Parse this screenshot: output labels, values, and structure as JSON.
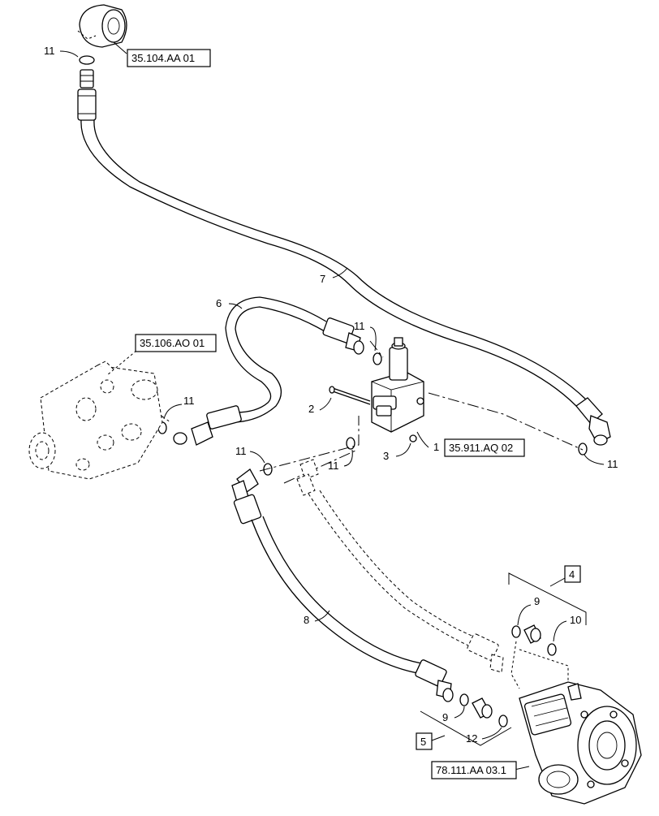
{
  "callouts": {
    "c1": "1",
    "c2": "2",
    "c3": "3",
    "c4": "4",
    "c5": "5",
    "c6": "6",
    "c7": "7",
    "c8": "8",
    "c9a": "9",
    "c9b": "9",
    "c10": "10",
    "c11a": "11",
    "c11b": "11",
    "c11c": "11",
    "c11d": "11",
    "c11e": "11",
    "c11f": "11",
    "c12": "12"
  },
  "references": {
    "r1": "35.104.AA 01",
    "r2": "35.106.AO 01",
    "r3": "35.911.AQ 02",
    "r4": "78.111.AA 03.1"
  }
}
